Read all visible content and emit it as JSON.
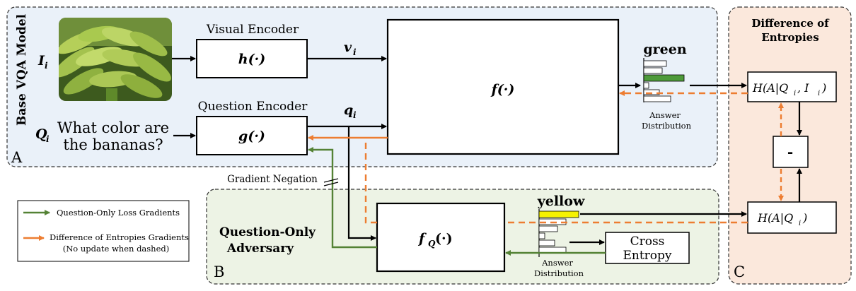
{
  "regions": {
    "a_title": "Base VQA Model",
    "a_letter": "A",
    "b_title_line1": "Question-Only",
    "b_title_line2": "Adversary",
    "b_letter": "B",
    "c_title_line1": "Difference of",
    "c_title_line2": "Entropies",
    "c_letter": "C"
  },
  "inputs": {
    "image_label": "I",
    "image_subscript": "i",
    "question_label": "Q",
    "question_subscript": "i",
    "question_text_line1": "What color are",
    "question_text_line2": "the bananas?"
  },
  "encoders": {
    "visual_title": "Visual Encoder",
    "visual_fn": "h(·)",
    "question_title": "Question Encoder",
    "question_fn": "g(·)",
    "v_label": "v",
    "v_subscript": "i",
    "q_label": "q",
    "q_subscript": "i"
  },
  "models": {
    "main_fn": "f(·)",
    "adversary_fn_base": "f",
    "adversary_fn_sub": "Q",
    "adversary_fn_tail": "(·)"
  },
  "outputs": {
    "main_answer": "green",
    "main_caption_line1": "Answer",
    "main_caption_line2": "Distribution",
    "adv_answer": "yellow",
    "adv_caption_line1": "Answer",
    "adv_caption_line2": "Distribution",
    "cross_entropy_line1": "Cross",
    "cross_entropy_line2": "Entropy"
  },
  "entropies": {
    "h_full": "H(A|Q",
    "h_full_sub": "i",
    "h_full_tail": ", I",
    "h_full_tail_sub": "i",
    "h_full_close": ")",
    "h_q": "H(A|Q",
    "h_q_sub": "i",
    "h_q_close": ")",
    "minus": "-"
  },
  "annotations": {
    "gradient_negation": "Gradient Negation"
  },
  "legend": {
    "green_label": "Question-Only Loss Gradients",
    "orange_label_line1": "Difference of Entropies Gradients",
    "orange_label_line2": "(No update when dashed)"
  },
  "colors": {
    "region_a_fill": "#eaf1f9",
    "region_b_fill": "#edf3e5",
    "region_c_fill": "#fbe8dc",
    "green_arrow": "#548235",
    "orange_arrow": "#ed7d31",
    "green_bar": "#4e9a3a",
    "yellow_bar": "#f6f200",
    "banana_light": "#b5cf59",
    "banana_dark": "#5f8a2a"
  }
}
